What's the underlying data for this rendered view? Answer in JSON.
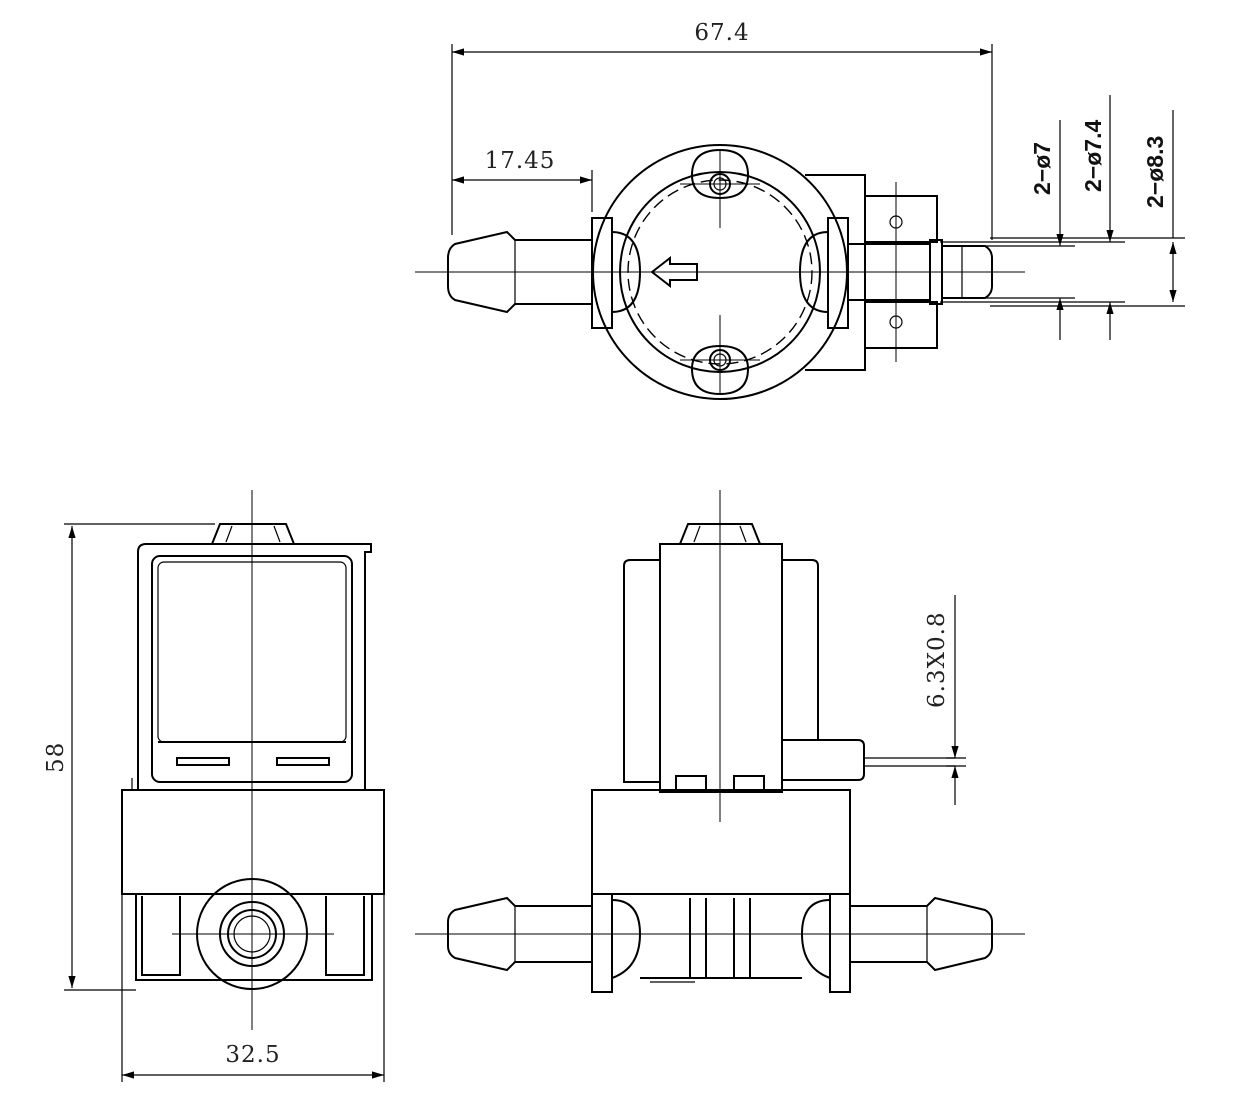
{
  "dimensions": {
    "overall_length": "67.4",
    "inlet_length": "17.45",
    "barb_dia_1": "2−ø7",
    "barb_dia_2": "2−ø7.4",
    "barb_dia_3": "2−ø8.3",
    "height": "58",
    "width": "32.5",
    "terminal": "6.3X0.8"
  }
}
